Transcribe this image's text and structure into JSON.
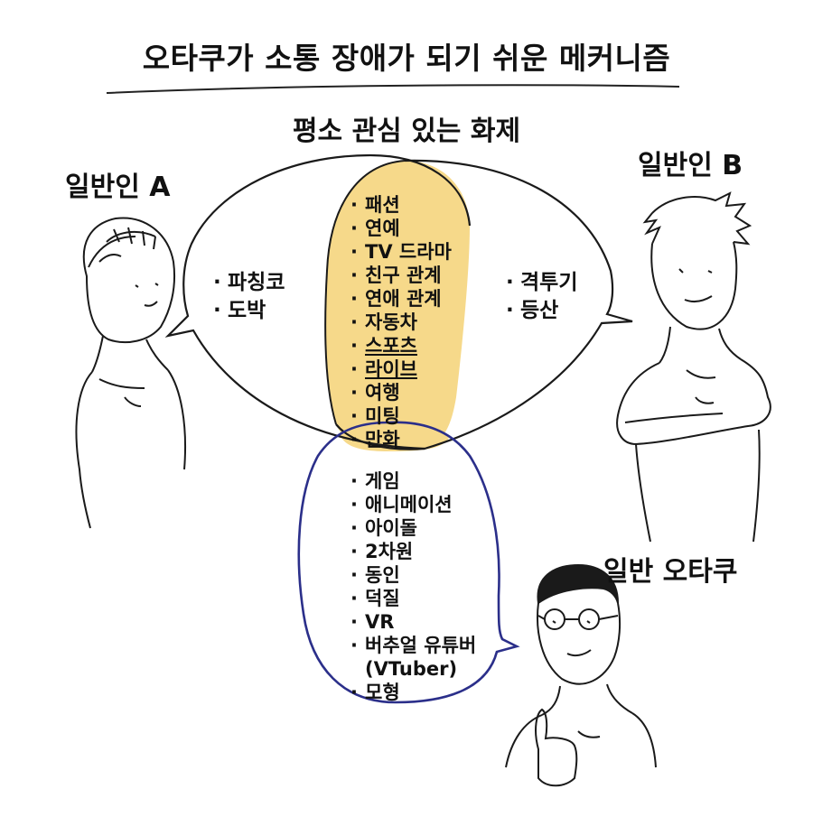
{
  "title": "오타쿠가 소통 장애가 되기 쉬운 메커니즘",
  "subtitle": "평소 관심 있는 화제",
  "people": {
    "a": "일반인 A",
    "b": "일반인 B",
    "otaku": "일반 오타쿠"
  },
  "topics": {
    "shared": [
      "패션",
      "연예",
      "TV 드라마",
      "친구 관계",
      "연애 관계",
      "자동차",
      "스포츠",
      "라이브",
      "여행",
      "미팅",
      "만화"
    ],
    "person_a_only": [
      "파칭코",
      "도박"
    ],
    "person_b_only": [
      "격투기",
      "등산"
    ],
    "otaku": [
      "게임",
      "애니메이션",
      "아이돌",
      "2차원",
      "동인",
      "덕질",
      "VR",
      "버추얼 유튜버",
      "(VTuber)",
      "모형"
    ]
  },
  "colors": {
    "overlap_fill": "#f6d98a",
    "otaku_bubble_stroke": "#2b2f8a",
    "line": "#1a1a1a"
  }
}
